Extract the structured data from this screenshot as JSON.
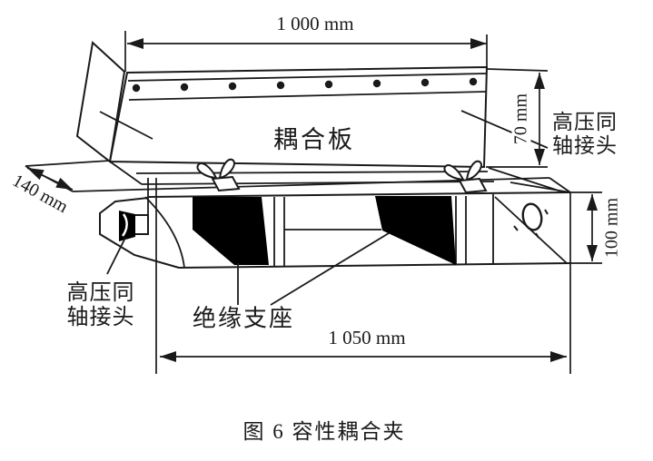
{
  "figure": {
    "caption": "图 6 容性耦合夹",
    "plate_label": "耦合板",
    "support_label": "绝缘支座",
    "hv_right": {
      "line1": "高压同",
      "line2": "轴接头"
    },
    "hv_left": {
      "line1": "高压同",
      "line2": "轴接头"
    },
    "dims": {
      "top_width": "1 000 mm",
      "plate_height": "70 mm",
      "depth": "140 mm",
      "base_height": "100 mm",
      "base_length": "1 050 mm"
    },
    "colors": {
      "ink": "#1a1a1a",
      "paper": "#ffffff",
      "support_fill": "#000000"
    }
  }
}
